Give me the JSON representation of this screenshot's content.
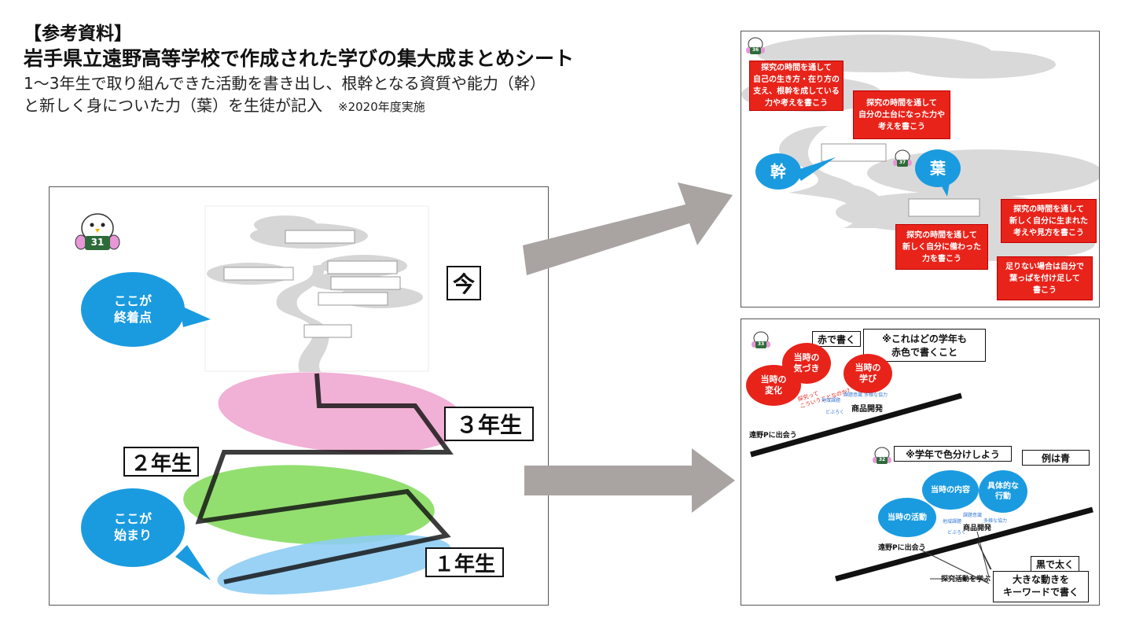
{
  "heading": {
    "bracket": "【参考資料】",
    "title": "岩手県立遠野高等学校で作成された学びの集大成まとめシート",
    "desc_line1": "1〜3年生で取り組んできた活動を書き出し、根幹となる資質や能力（幹）",
    "desc_line2": "と新しく身についた力（葉）を生徒が記入",
    "note": "※2020年度実施"
  },
  "main_slide": {
    "page_number": "31",
    "bubble_goal": "ここが\n終着点",
    "bubble_start": "ここが\n始まり",
    "label_now": "今",
    "label_year3": "３年生",
    "label_year2": "２年生",
    "label_year1": "１年生",
    "colors": {
      "year3": "#ee9ccb",
      "year2": "#7fd957",
      "year1": "#8ecdf3"
    }
  },
  "slide_top_right": {
    "page_number_1": "36",
    "page_number_2": "37",
    "box1": "探究の時間を通して\n自己の生き方・在り方の\n支え、根幹を成している\n力や考えを書こう",
    "box2": "探究の時間を通して\n自分の土台になった力や\n考えを書こう",
    "bubble_trunk": "幹",
    "bubble_leaf": "葉",
    "box3": "探究の時間を通して\n新しく自分に生まれた\n考えや見方を書こう",
    "box4": "探究の時間を通して\n新しく自分に備わった\n力を書こう",
    "box5": "足りない場合は自分で\n葉っぱを付け足して\n書こう"
  },
  "slide_bottom_right": {
    "page_number_1": "33",
    "page_number_2": "32",
    "label_red": "赤で書く",
    "note_red": "※これはどの学年も\n赤色で書くこと",
    "red1": "当時の\n気づき",
    "red2": "当時の\n変化",
    "red3": "当時の\n学び",
    "handwritten": "探究って\nこういうことなのか?",
    "kw_a1": "地域課題",
    "kw_a2": "課題意識",
    "kw_a3": "多様な協力",
    "kw_a4": "どぶろく",
    "product_a": "商品開発",
    "meet_a": "遠野Pに出会う",
    "label_color": "※学年で色分けしよう",
    "label_blue": "例は青",
    "blue1": "当時の内容",
    "blue2": "具体的な\n行動",
    "blue3": "当時の活動",
    "kw_b1": "地域課題",
    "kw_b2": "課題意識",
    "kw_b3": "多様な協力",
    "kw_b4": "どぶろく",
    "product_b": "商品開発",
    "meet_b": "遠野Pに出会う",
    "learn_b": "探究活動を学ぶ",
    "label_black": "黒で太く",
    "label_keyword": "大きな動きを\nキーワードで書く"
  }
}
